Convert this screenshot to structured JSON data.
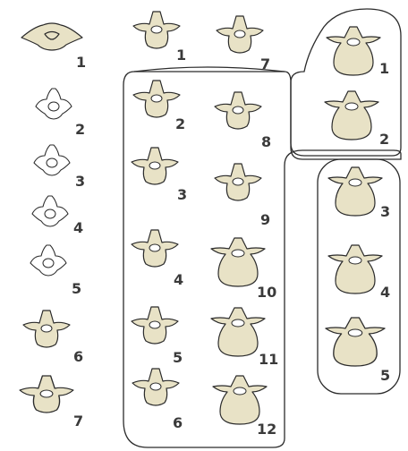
{
  "groups": [
    {
      "id": "cervical",
      "labels": [
        "1",
        "2",
        "3",
        "4",
        "5",
        "6",
        "7"
      ]
    },
    {
      "id": "thoracic",
      "labels": [
        "1",
        "2",
        "3",
        "4",
        "5",
        "6",
        "7",
        "8",
        "9",
        "10",
        "11",
        "12"
      ]
    },
    {
      "id": "lumbar",
      "labels": [
        "1",
        "2",
        "3",
        "4",
        "5"
      ]
    }
  ],
  "colors": {
    "bone_fill": "#e8e2c6",
    "outline": "#2b2b2b",
    "label": "#3a3a3a"
  }
}
